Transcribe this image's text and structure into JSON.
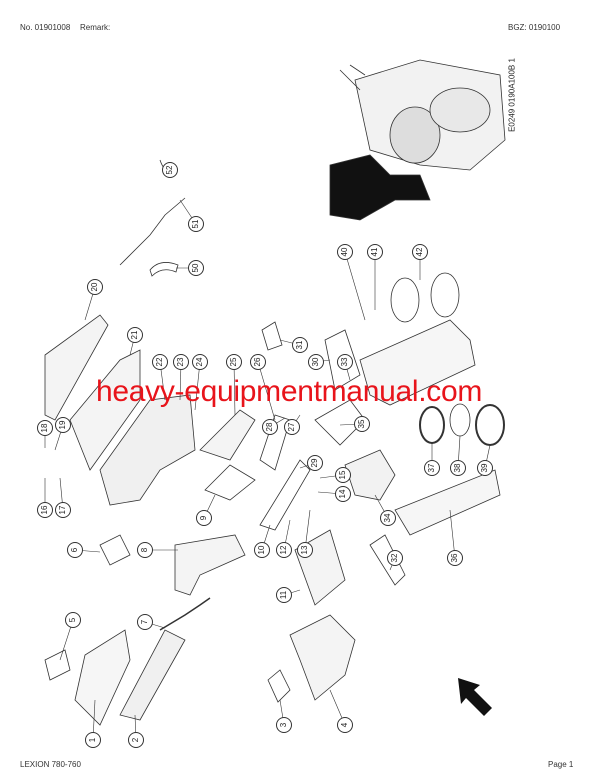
{
  "header": {
    "number": "No. 01901008",
    "remark": "Remark:",
    "bgz": "BGZ: 0190100"
  },
  "footer": {
    "model": "LEXION 780-760",
    "page": "Page 1"
  },
  "drawing_ref": "E0249 0190A100B 1",
  "watermark": "heavy-equipmentmanual.com",
  "callouts": [
    "1",
    "2",
    "3",
    "4",
    "5",
    "6",
    "7",
    "8",
    "9",
    "10",
    "11",
    "12",
    "13",
    "14",
    "15",
    "16",
    "17",
    "18",
    "19",
    "20",
    "21",
    "22",
    "23",
    "24",
    "25",
    "26",
    "27",
    "28",
    "29",
    "30",
    "31",
    "32",
    "33",
    "34",
    "35",
    "36",
    "37",
    "38",
    "39",
    "40",
    "41",
    "42",
    "50",
    "51",
    "52"
  ],
  "colors": {
    "watermark": "#e8141b",
    "lines": "#333333"
  },
  "icons": [
    "direction-arrow-icon"
  ]
}
